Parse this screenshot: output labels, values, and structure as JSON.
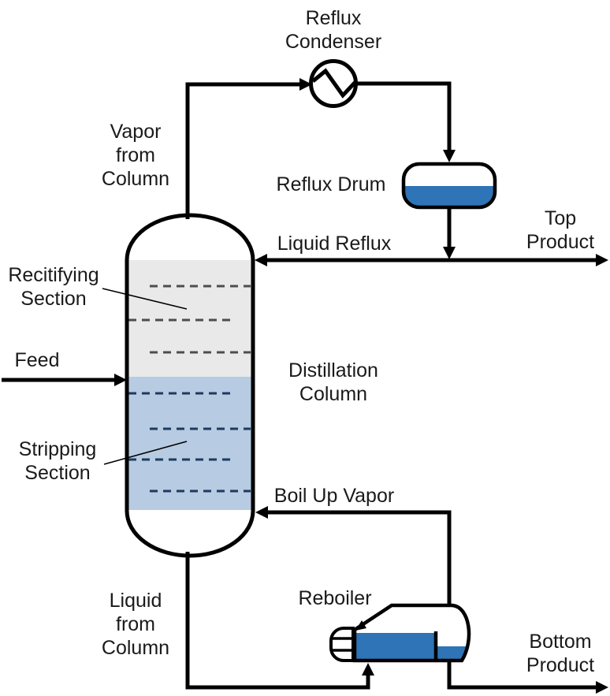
{
  "diagram": {
    "type": "process-flow-diagram",
    "subject": "Distillation Column with Reflux Condenser, Reflux Drum and Kettle Reboiler",
    "labels": {
      "reflux_condenser": "Reflux\nCondenser",
      "vapor_from_column": "Vapor\nfrom\nColumn",
      "reflux_drum": "Reflux Drum",
      "top_product": "Top\nProduct",
      "liquid_reflux": "Liquid Reflux",
      "rectifying_section": "Recitifying\nSection",
      "feed": "Feed",
      "distillation_column": "Distillation\nColumn",
      "stripping_section": "Stripping\nSection",
      "boil_up_vapor": "Boil Up Vapor",
      "reboiler": "Reboiler",
      "liquid_from_column": "Liquid\nfrom\nColumn",
      "bottom_product": "Bottom\nProduct"
    },
    "colors": {
      "background": "#FFFFFF",
      "line": "#000000",
      "text": "#1A1A1A",
      "liquid_blue": "#2E74B6",
      "rectifying_fill": "#E9E9E9",
      "stripping_fill": "#B7CBE2",
      "tray_dash_rectifying": "#4D4D4D",
      "tray_dash_stripping": "#1D3A5F"
    },
    "tray_counts": {
      "rectifying_section": 3,
      "stripping_section": 4
    }
  }
}
